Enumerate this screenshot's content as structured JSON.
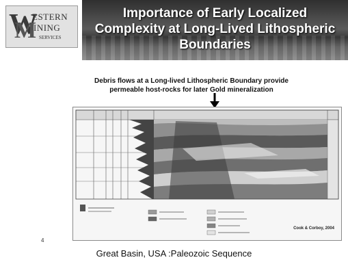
{
  "logo": {
    "line1": "ESTERN",
    "line2": "INING",
    "line3": "SERVICES"
  },
  "title": {
    "line1": "Importance of Early Localized",
    "line2": "Complexity at  Long-Lived Lithospheric",
    "line3": "Boundaries"
  },
  "subtitle": {
    "line1": "Debris flows at a Long-lived Lithospheric Boundary provide",
    "line2": "permeable host-rocks for later Gold mineralization"
  },
  "figure": {
    "citation": "Cook & Corboy, 2004"
  },
  "slide_number": "4",
  "caption": "Great Basin, USA :Paleozoic Sequence"
}
